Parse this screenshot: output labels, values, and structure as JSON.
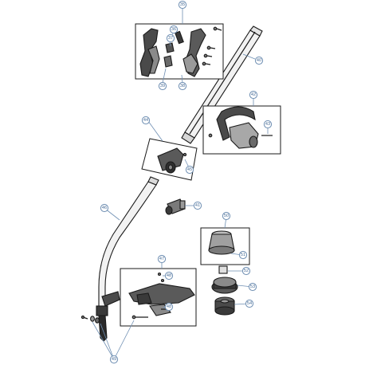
{
  "callouts": {
    "c35": "35",
    "c36": "36",
    "c37": "37",
    "c38": "38",
    "c39": "39",
    "c40": "40",
    "c41": "41",
    "c42": "42",
    "c43": "43",
    "c44": "44",
    "c45": "45",
    "c46": "46",
    "c47": "47",
    "c48": "48",
    "c49": "49",
    "c50": "50",
    "c51": "51",
    "c52": "52",
    "c53": "53",
    "c54": "54"
  }
}
